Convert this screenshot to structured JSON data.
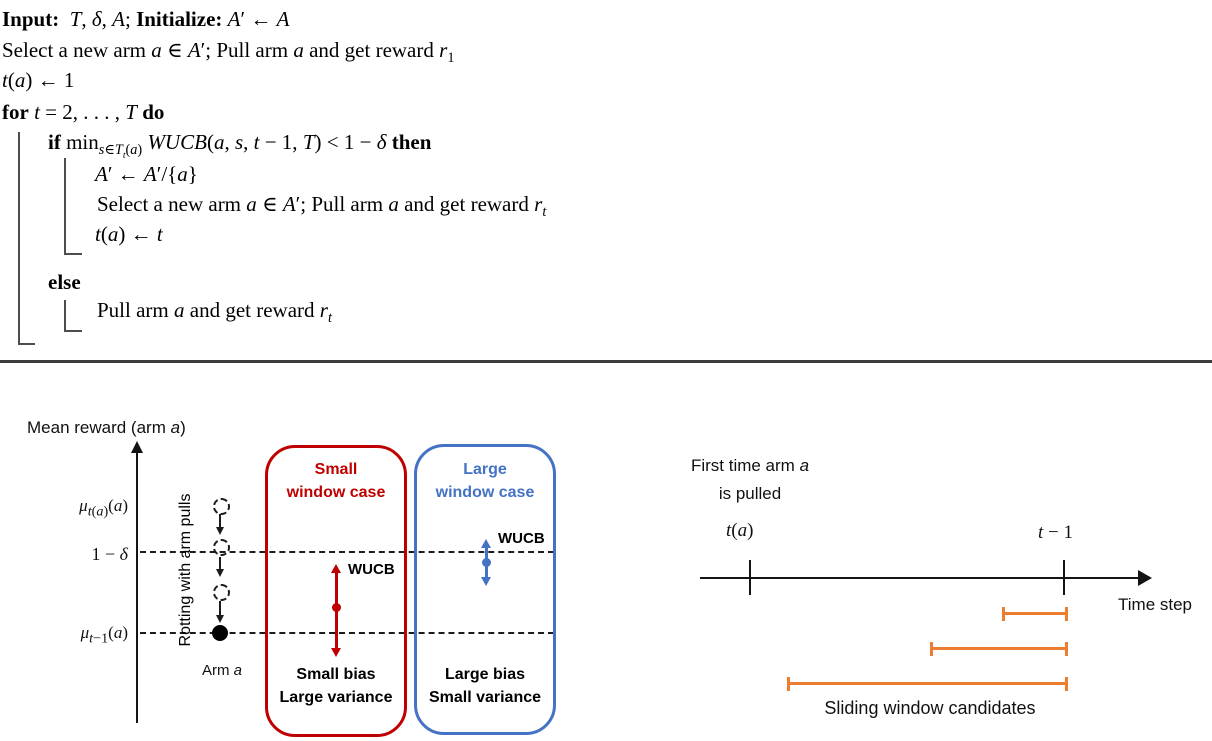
{
  "colors": {
    "red": "#C00000",
    "blue": "#4472C4",
    "orange": "#ED7D31"
  },
  "algorithm": {
    "lines": [
      "<b>Input:</b>&nbsp; <i>T</i>, <i>δ</i>, <i>A</i>; <b>Initialize:</b> <i>A</i>′ ← <i>A</i>",
      "Select a new arm <i>a</i> ∈ <i>A</i>′; Pull arm <i>a</i> and get reward <i>r</i><sub>1</sub>",
      "<i>t</i>(<i>a</i>) ← 1",
      "<b>for</b> <i>t</i> = 2, . . . , <i>T</i> <b>do</b>",
      "<b>if</b> min<sub><i>s</i>∈<i>T</i><sub><i>t</i></sub>(<i>a</i>)</sub> <i>WUCB</i>(<i>a</i>, <i>s</i>, <i>t</i> − 1, <i>T</i>) &lt; 1 − <i>δ</i> <b>then</b>",
      "<i>A</i>′ ← <i>A</i>′/{<i>a</i>}",
      "Select a new arm <i>a</i> ∈ <i>A</i>′; Pull arm <i>a</i> and get reward <i>r</i><sub><i>t</i></sub>",
      "<i>t</i>(<i>a</i>) ← <i>t</i>",
      "<b>else</b>",
      "Pull arm <i>a</i> and get reward <i>r</i><sub><i>t</i></sub>"
    ]
  },
  "left_diagram": {
    "axis_title": "Mean reward (arm <i>a</i>)",
    "label_mu_first": "<i>μ</i><sub><i>t</i>(<i>a</i>)</sub>(<i>a</i>)",
    "label_one_minus_delta": "1 − <i>δ</i>",
    "label_mu_last": "<i>μ</i><sub><i>t</i>−1</sub>(<i>a</i>)",
    "rotting_label": "Rotting with arm pulls",
    "arm_label": "Arm <i>a</i>",
    "small_window": {
      "title": "Small<br>window case",
      "wucb_label": "WUCB",
      "note": "Small bias<br>Large variance"
    },
    "large_window": {
      "title": "Large<br>window case",
      "wucb_label": "WUCB",
      "note": "Large bias<br>Small variance"
    }
  },
  "right_diagram": {
    "caption": "First time arm <i>a</i><br>is pulled",
    "tick_left_label": "<i>t</i>(<i>a</i>)",
    "tick_right_label": "<i>t</i> − 1",
    "axis_label": "Time step",
    "bars_label": "Sliding window candidates"
  }
}
